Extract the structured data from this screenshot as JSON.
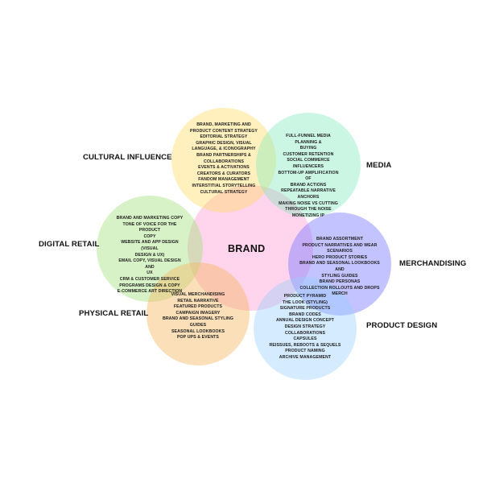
{
  "center": {
    "label": "BRAND",
    "color": "#ff99d2"
  },
  "sections": {
    "cultural": {
      "label": "CULTURAL INFLUENCE",
      "color": "#ffdc64",
      "items": [
        "BRAND, MARKETING AND",
        "PRODUCT CONTENT STRATEGY",
        "EDITORIAL STRATEGY",
        "GRAPHIC DESIGN, VISUAL",
        "LANGUAGE, & ICONOGRAPHY",
        "BRAND PARTNERSHIPS &",
        "COLLABORATIONS",
        "EVENTS & ACTIVATIONS",
        "CREATORS & CURATORS",
        "FANDOM MANAGEMENT",
        "INTERSTITIAL STORYTELLING",
        "CULTURAL STRATEGY"
      ]
    },
    "media": {
      "label": "MEDIA",
      "color": "#78e8b9",
      "items": [
        "FULL-FUNNEL MEDIA PLANNING &",
        "BUYING",
        "CUSTOMER RETENTION",
        "SOCIAL COMMERCE",
        "INFLUENCERS",
        "BOTTOM-UP AMPLIFICATION OF",
        "BRAND ACTIONS",
        "REPEATABLE NARRATIVE ANCHORS",
        "MAKING NOISE VS CUTTING",
        "THROUGH THE NOISE",
        "MONETIZING IP"
      ]
    },
    "digital": {
      "label": "DIGITAL RETAIL",
      "color": "#a0e178",
      "items": [
        "BRAND AND MARKETING COPY",
        "TONE OF VOICE FOR THE PRODUCT",
        "COPY",
        "WEBSITE AND APP DESIGN (VISUAL",
        "DESIGN & UX)",
        "EMAIL COPY, VISUAL DESIGN AND",
        "UX",
        "CRM & CUSTOMER SERVICE",
        "PROGRAMS DESIGN & COPY",
        "E-COMMERCE ART DIRECTION"
      ]
    },
    "merch": {
      "label": "MERCHANDISING",
      "color": "#8282ff",
      "items": [
        "BRAND ASSORTMENT",
        "PRODUCT NARRATIVES AND WEAR",
        "SCENARIOS",
        "HERO PRODUCT STORIES",
        "BRAND AND SEASONAL LOOKBOOKS AND",
        "STYLING GUIDES",
        "BRAND PERSONAS",
        "COLLECTION ROLLOUTS AND DROPS",
        "MERCH"
      ]
    },
    "physical": {
      "label": "PHYSICAL RETAIL",
      "color": "#f5b964",
      "items": [
        "VISUAL MERCHANDISING",
        "RETAIL NARRATIVE",
        "FEATURED PRODUCTS",
        "CAMPAIGN IMAGERY",
        "BRAND AND SEASONAL STYLING GUIDES",
        "SEASONAL LOOKBOOKS",
        "POP UPS & EVENTS"
      ]
    },
    "product": {
      "label": "PRODUCT DESIGN",
      "color": "#96cdff",
      "items": [
        "PRODUCT PYRAMID",
        "THE LOOK (STYLING)",
        "SIGNATURE PRODUCTS",
        "BRAND CODES",
        "ANNUAL DESIGN CONCEPT",
        "DESIGN STRATEGY",
        "COLLABORATIONS",
        "CAPSULES",
        "REISSUES, REBOOTS & SEQUELS",
        "PRODUCT NAMING",
        "ARCHIVE MANAGEMENT"
      ]
    }
  }
}
